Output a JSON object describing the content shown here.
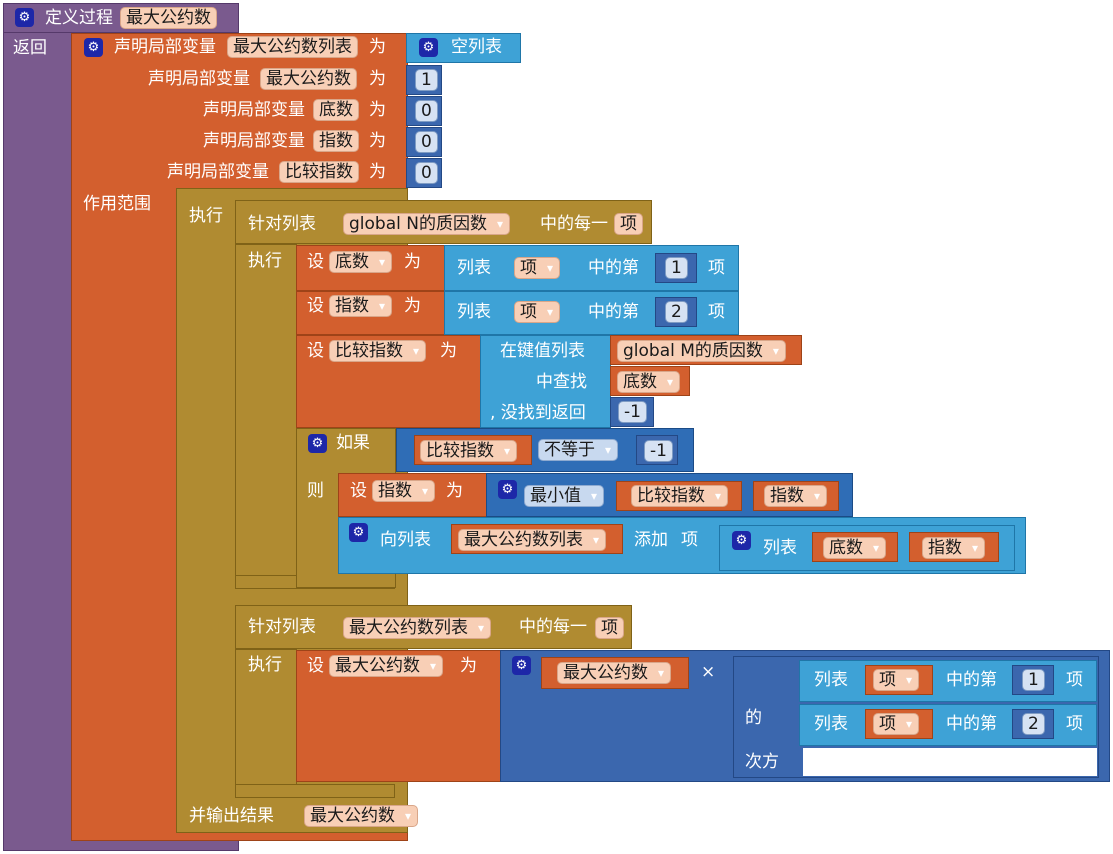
{
  "procedure": {
    "define_label": "定义过程",
    "name": "最大公约数",
    "return_label": "返回"
  },
  "locals": {
    "declare": "声明局部变量",
    "as": "为",
    "scope": "作用范围",
    "items": [
      {
        "name": "最大公约数列表",
        "value": "空列表"
      },
      {
        "name": "最大公约数",
        "value": "1"
      },
      {
        "name": "底数",
        "value": "0"
      },
      {
        "name": "指数",
        "value": "0"
      },
      {
        "name": "比较指数",
        "value": "0"
      }
    ]
  },
  "labels": {
    "do": "执行",
    "for_each": "针对列表",
    "each_item": "中的每一",
    "item": "项",
    "set": "设",
    "to": "为",
    "list": "列表",
    "index_of": "中的第",
    "lookup_in_pairs": "在键值列表",
    "find": "中查找",
    "not_found": ", 没找到返回",
    "if": "如果",
    "then": "则",
    "not_equal": "不等于",
    "min": "最小值",
    "add_to_list": "向列表",
    "add": "添加",
    "add_item": "项",
    "times": "×",
    "of": "的",
    "power": "次方",
    "result": "并输出结果"
  },
  "values": {
    "global_n": "global N的质因数",
    "global_m": "global M的质因数",
    "idx1": "1",
    "idx2": "2",
    "neg1": "-1"
  }
}
